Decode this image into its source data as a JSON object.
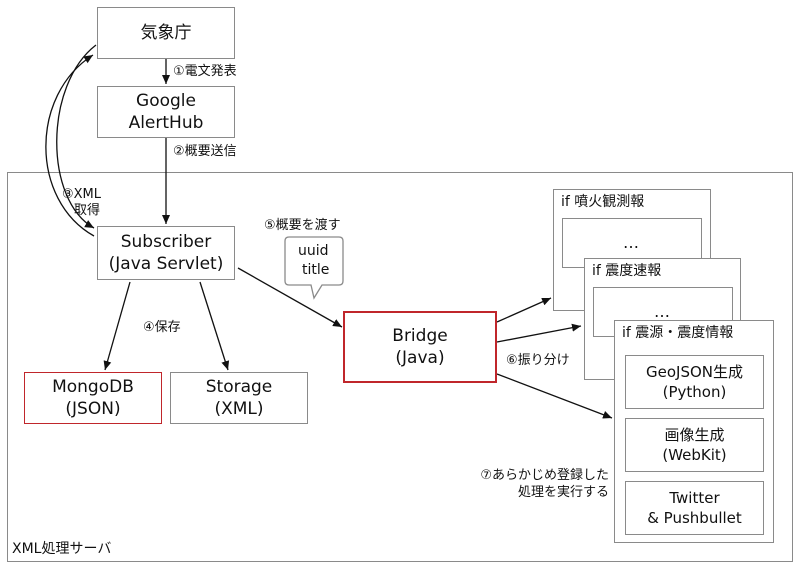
{
  "nodes": {
    "jma": "気象庁",
    "alerthub": [
      "Google",
      "AlertHub"
    ],
    "subscriber": [
      "Subscriber",
      "(Java Servlet)"
    ],
    "mongodb": [
      "MongoDB",
      "(JSON)"
    ],
    "storage": [
      "Storage",
      "(XML)"
    ],
    "bridge": [
      "Bridge",
      "(Java)"
    ],
    "bubble": [
      "uuid",
      "title"
    ],
    "server": "XML処理サーバ"
  },
  "panels": {
    "p1_title": "if 噴火観測報",
    "p2_title": "if 震度速報",
    "p3_title": "if 震源・震度情報",
    "ellipsis": "…",
    "p3_items": [
      [
        "GeoJSON生成",
        "(Python)"
      ],
      [
        "画像生成",
        "(WebKit)"
      ],
      [
        "Twitter",
        "& Pushbullet"
      ]
    ]
  },
  "steps": {
    "s1": "①電文発表",
    "s2": "②概要送信",
    "s3": [
      "③XML",
      "取得"
    ],
    "s4": "④保存",
    "s5": "⑤概要を渡す",
    "s6": "⑥振り分け",
    "s7": [
      "⑦あらかじめ登録した",
      "処理を実行する"
    ]
  }
}
